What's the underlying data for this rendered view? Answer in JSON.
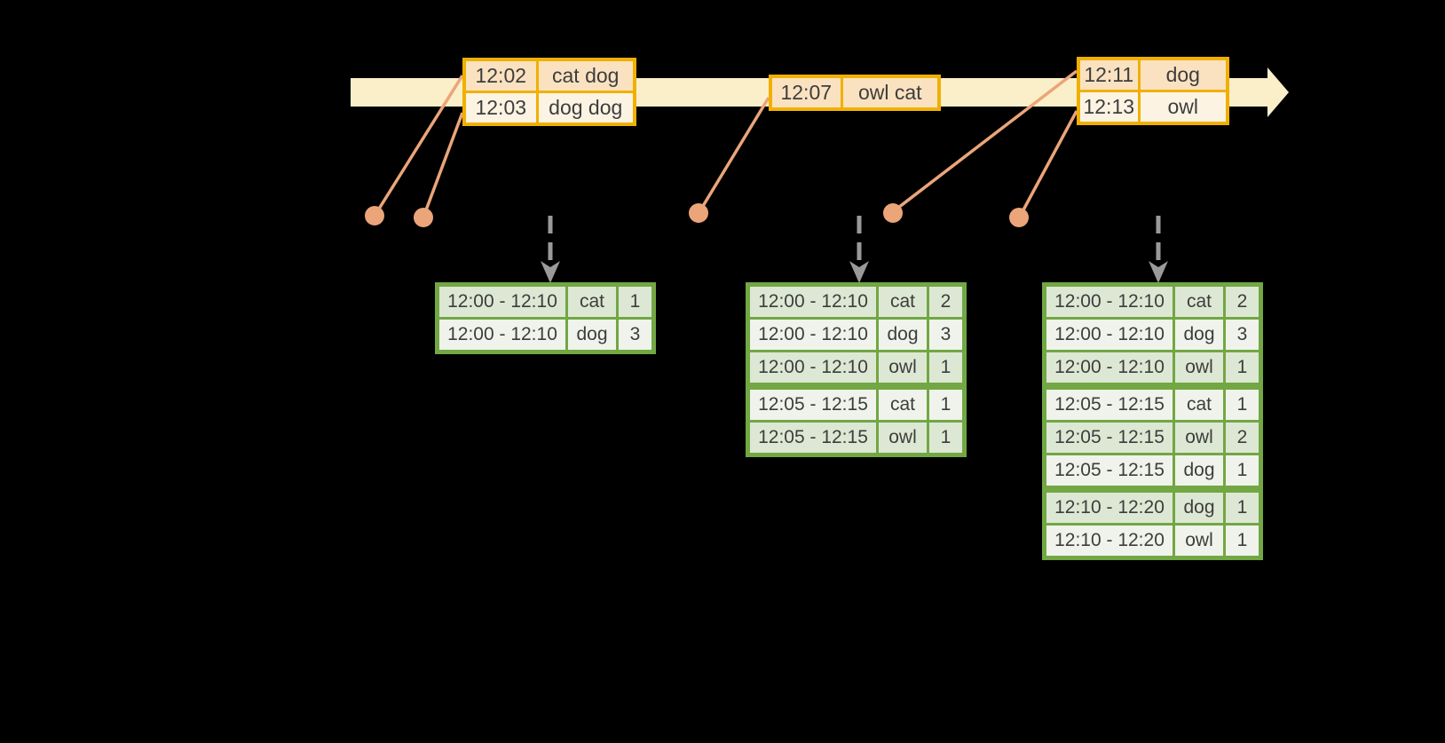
{
  "diagram": {
    "kind": "event-time windowed word-count streaming diagram",
    "colors": {
      "background": "#000000",
      "timeline_band": "#FAEFC8",
      "event_table_border": "#F0B000",
      "event_row_dark": "#FAE2C0",
      "event_row_light": "#FDF3E3",
      "leader_line_dot": "#EBA579",
      "trigger_arrow": "#9A9A9A",
      "result_table_border": "#72A744",
      "result_row_dark": "#DDE8D4",
      "result_row_light": "#EFF3EB",
      "text": "#3D3D3D"
    }
  },
  "event_tables": [
    {
      "rows": [
        {
          "time": "12:02",
          "words": "cat dog"
        },
        {
          "time": "12:03",
          "words": "dog dog"
        }
      ]
    },
    {
      "rows": [
        {
          "time": "12:07",
          "words": "owl cat"
        }
      ]
    },
    {
      "rows": [
        {
          "time": "12:11",
          "words": "dog"
        },
        {
          "time": "12:13",
          "words": "owl"
        }
      ]
    }
  ],
  "result_tables": [
    {
      "rows": [
        {
          "window": "12:00 - 12:10",
          "word": "cat",
          "count": "1"
        },
        {
          "window": "12:00 - 12:10",
          "word": "dog",
          "count": "3"
        }
      ]
    },
    {
      "rows": [
        {
          "window": "12:00 - 12:10",
          "word": "cat",
          "count": "2"
        },
        {
          "window": "12:00 - 12:10",
          "word": "dog",
          "count": "3"
        },
        {
          "window": "12:00 - 12:10",
          "word": "owl",
          "count": "1"
        },
        {
          "window": "12:05 - 12:15",
          "word": "cat",
          "count": "1"
        },
        {
          "window": "12:05 - 12:15",
          "word": "owl",
          "count": "1"
        }
      ]
    },
    {
      "rows": [
        {
          "window": "12:00 - 12:10",
          "word": "cat",
          "count": "2"
        },
        {
          "window": "12:00 - 12:10",
          "word": "dog",
          "count": "3"
        },
        {
          "window": "12:00 - 12:10",
          "word": "owl",
          "count": "1"
        },
        {
          "window": "12:05 - 12:15",
          "word": "cat",
          "count": "1"
        },
        {
          "window": "12:05 - 12:15",
          "word": "owl",
          "count": "2"
        },
        {
          "window": "12:05 - 12:15",
          "word": "dog",
          "count": "1"
        },
        {
          "window": "12:10 - 12:20",
          "word": "dog",
          "count": "1"
        },
        {
          "window": "12:10 - 12:20",
          "word": "owl",
          "count": "1"
        }
      ]
    }
  ]
}
